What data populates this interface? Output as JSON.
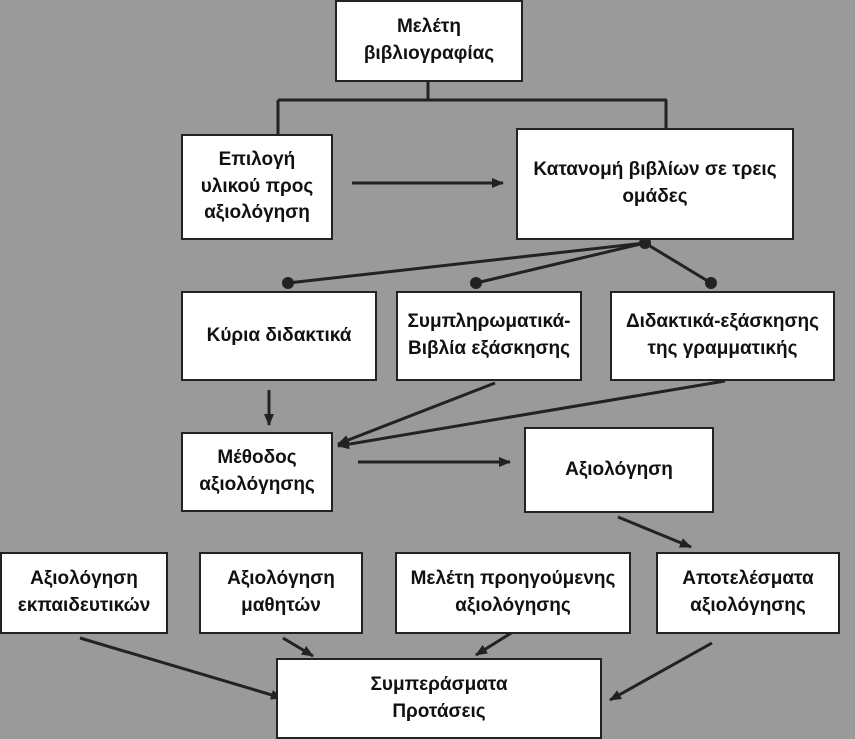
{
  "diagram": {
    "nodes": {
      "meleti_bibliografias": "Μελέτη\nβιβλιογραφίας",
      "epilogi_ylikou": "Επιλογή\nυλικού προς\nαξιολόγηση",
      "katanomi_bibliwn": "Κατανομή βιβλίων σε τρεις\nομάδες",
      "kyria_didaktika": "Κύρια διδακτικά",
      "sympliromatika": "Συμπληρωματικά-\nΒιβλία εξάσκησης",
      "didaktika_exaskisis": "Διδακτικά-εξάσκησης\nτης γραμματικής",
      "methodos_axiologisis": "Μέθοδος\nαξιολόγησης",
      "axiologisi": "Αξιολόγηση",
      "axiologisi_ekpaideutikwn": "Αξιολόγηση\nεκπαιδευτικών",
      "axiologisi_mathitwn": "Αξιολόγηση\nμαθητών",
      "meleti_proigoumenis": "Μελέτη προηγούμενης\nαξιολόγησης",
      "apotelesmata": "Αποτελέσματα\nαξιολόγησης",
      "symperasmata": "Συμπεράσματα\nΠροτάσεις"
    },
    "edges": [
      {
        "from": "meleti_bibliografias",
        "to": "epilogi_ylikou",
        "style": "bracket"
      },
      {
        "from": "meleti_bibliografias",
        "to": "katanomi_bibliwn",
        "style": "bracket"
      },
      {
        "from": "epilogi_ylikou",
        "to": "katanomi_bibliwn",
        "style": "arrow"
      },
      {
        "from": "katanomi_bibliwn",
        "to": "kyria_didaktika",
        "style": "dot"
      },
      {
        "from": "katanomi_bibliwn",
        "to": "sympliromatika",
        "style": "dot"
      },
      {
        "from": "katanomi_bibliwn",
        "to": "didaktika_exaskisis",
        "style": "dot"
      },
      {
        "from": "kyria_didaktika",
        "to": "methodos_axiologisis",
        "style": "arrow"
      },
      {
        "from": "sympliromatika",
        "to": "methodos_axiologisis",
        "style": "arrow"
      },
      {
        "from": "didaktika_exaskisis",
        "to": "methodos_axiologisis",
        "style": "arrow"
      },
      {
        "from": "methodos_axiologisis",
        "to": "axiologisi",
        "style": "arrow"
      },
      {
        "from": "axiologisi",
        "to": "apotelesmata",
        "style": "arrow"
      },
      {
        "from": "axiologisi_ekpaideutikwn",
        "to": "symperasmata",
        "style": "arrow"
      },
      {
        "from": "axiologisi_mathitwn",
        "to": "symperasmata",
        "style": "arrow"
      },
      {
        "from": "meleti_proigoumenis",
        "to": "symperasmata",
        "style": "arrow"
      },
      {
        "from": "apotelesmata",
        "to": "symperasmata",
        "style": "arrow"
      }
    ]
  },
  "colors": {
    "background": "#9a9a9a",
    "box_fill": "#ffffff",
    "line": "#222222"
  }
}
